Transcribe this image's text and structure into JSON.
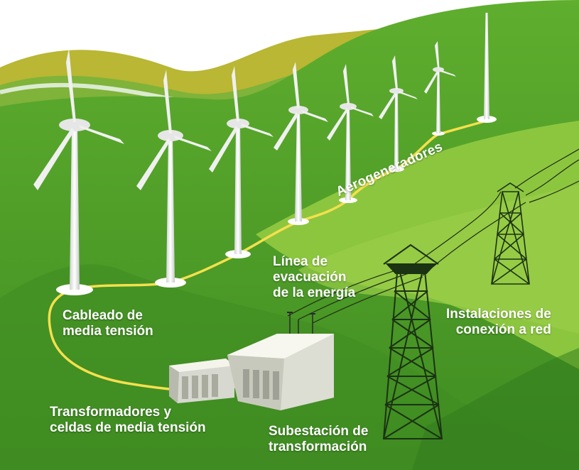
{
  "labels": {
    "aerogeneradores": "Aerogeneradores",
    "linea": "Línea de\nevacuación\nde la energía",
    "cableado": "Cableado de\nmedia tensión",
    "instalaciones": "Instalaciones de\nconexión a red",
    "transformadores": "Transformadores y\nceldas de media tensión",
    "subestacion": "Subestación de\ntransformación"
  },
  "colors": {
    "sky": "#ffffff",
    "far_hills": "#b7b832",
    "grass_dark": "#3f8d24",
    "grass_mid": "#5aaa30",
    "grass_light": "#8cc63f",
    "cable": "#f4e04d",
    "turbine": "#f2f2f2",
    "tower": "#1d3d14"
  },
  "icons": [
    "wind-turbine-icon",
    "transmission-tower-icon",
    "transformer-building-icon",
    "substation-building-icon"
  ]
}
